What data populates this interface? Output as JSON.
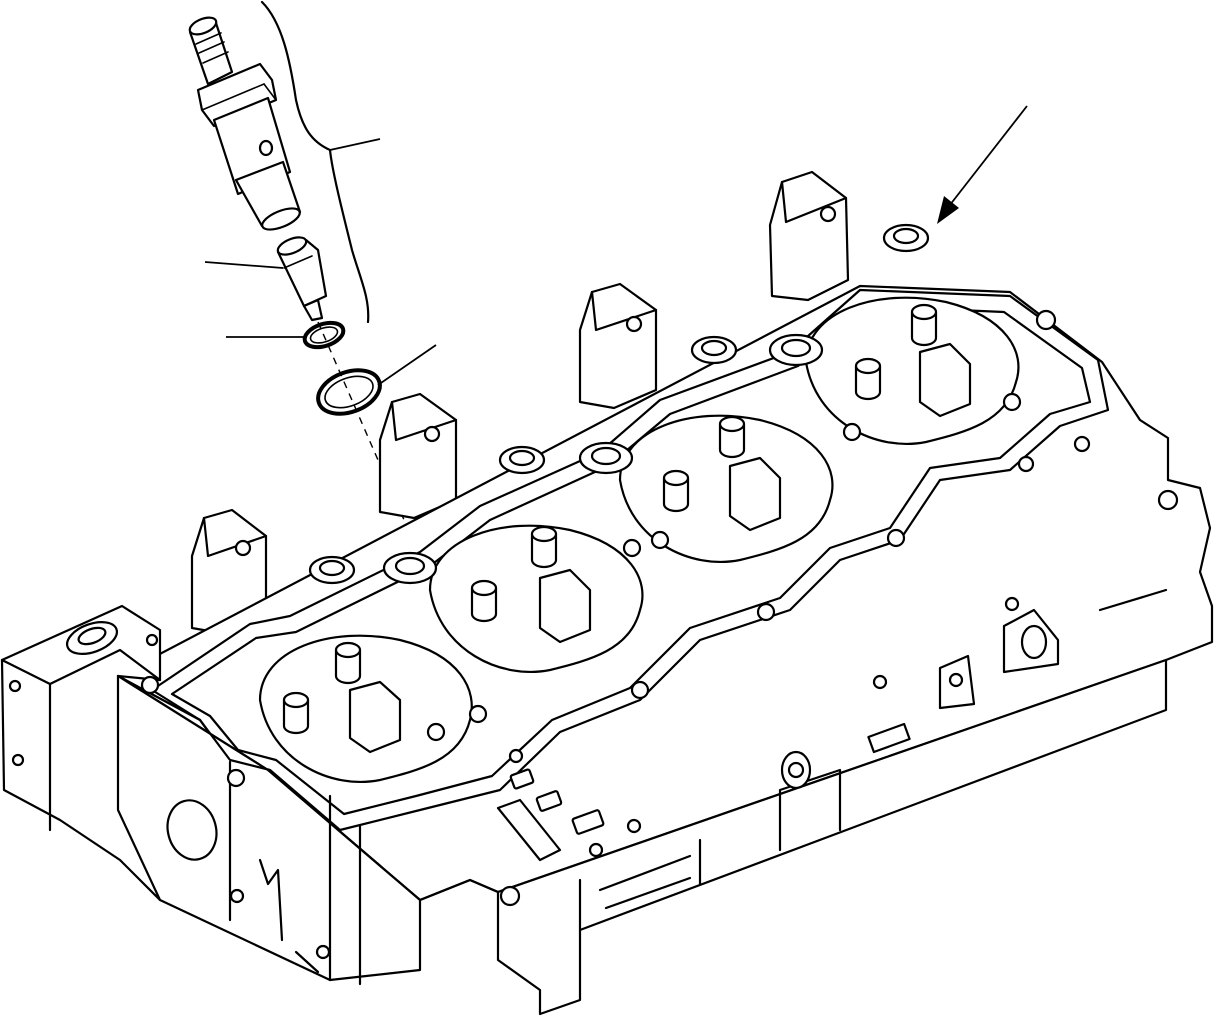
{
  "diagram": {
    "kind": "exploded parts drawing",
    "parts": [
      {
        "name": "fuel-injector"
      },
      {
        "name": "injector-nozzle"
      },
      {
        "name": "small-o-ring"
      },
      {
        "name": "large-seal-ring"
      },
      {
        "name": "cylinder-head"
      }
    ],
    "callout_labels": [],
    "colors": {
      "line": "#000000",
      "background": "#ffffff"
    }
  }
}
